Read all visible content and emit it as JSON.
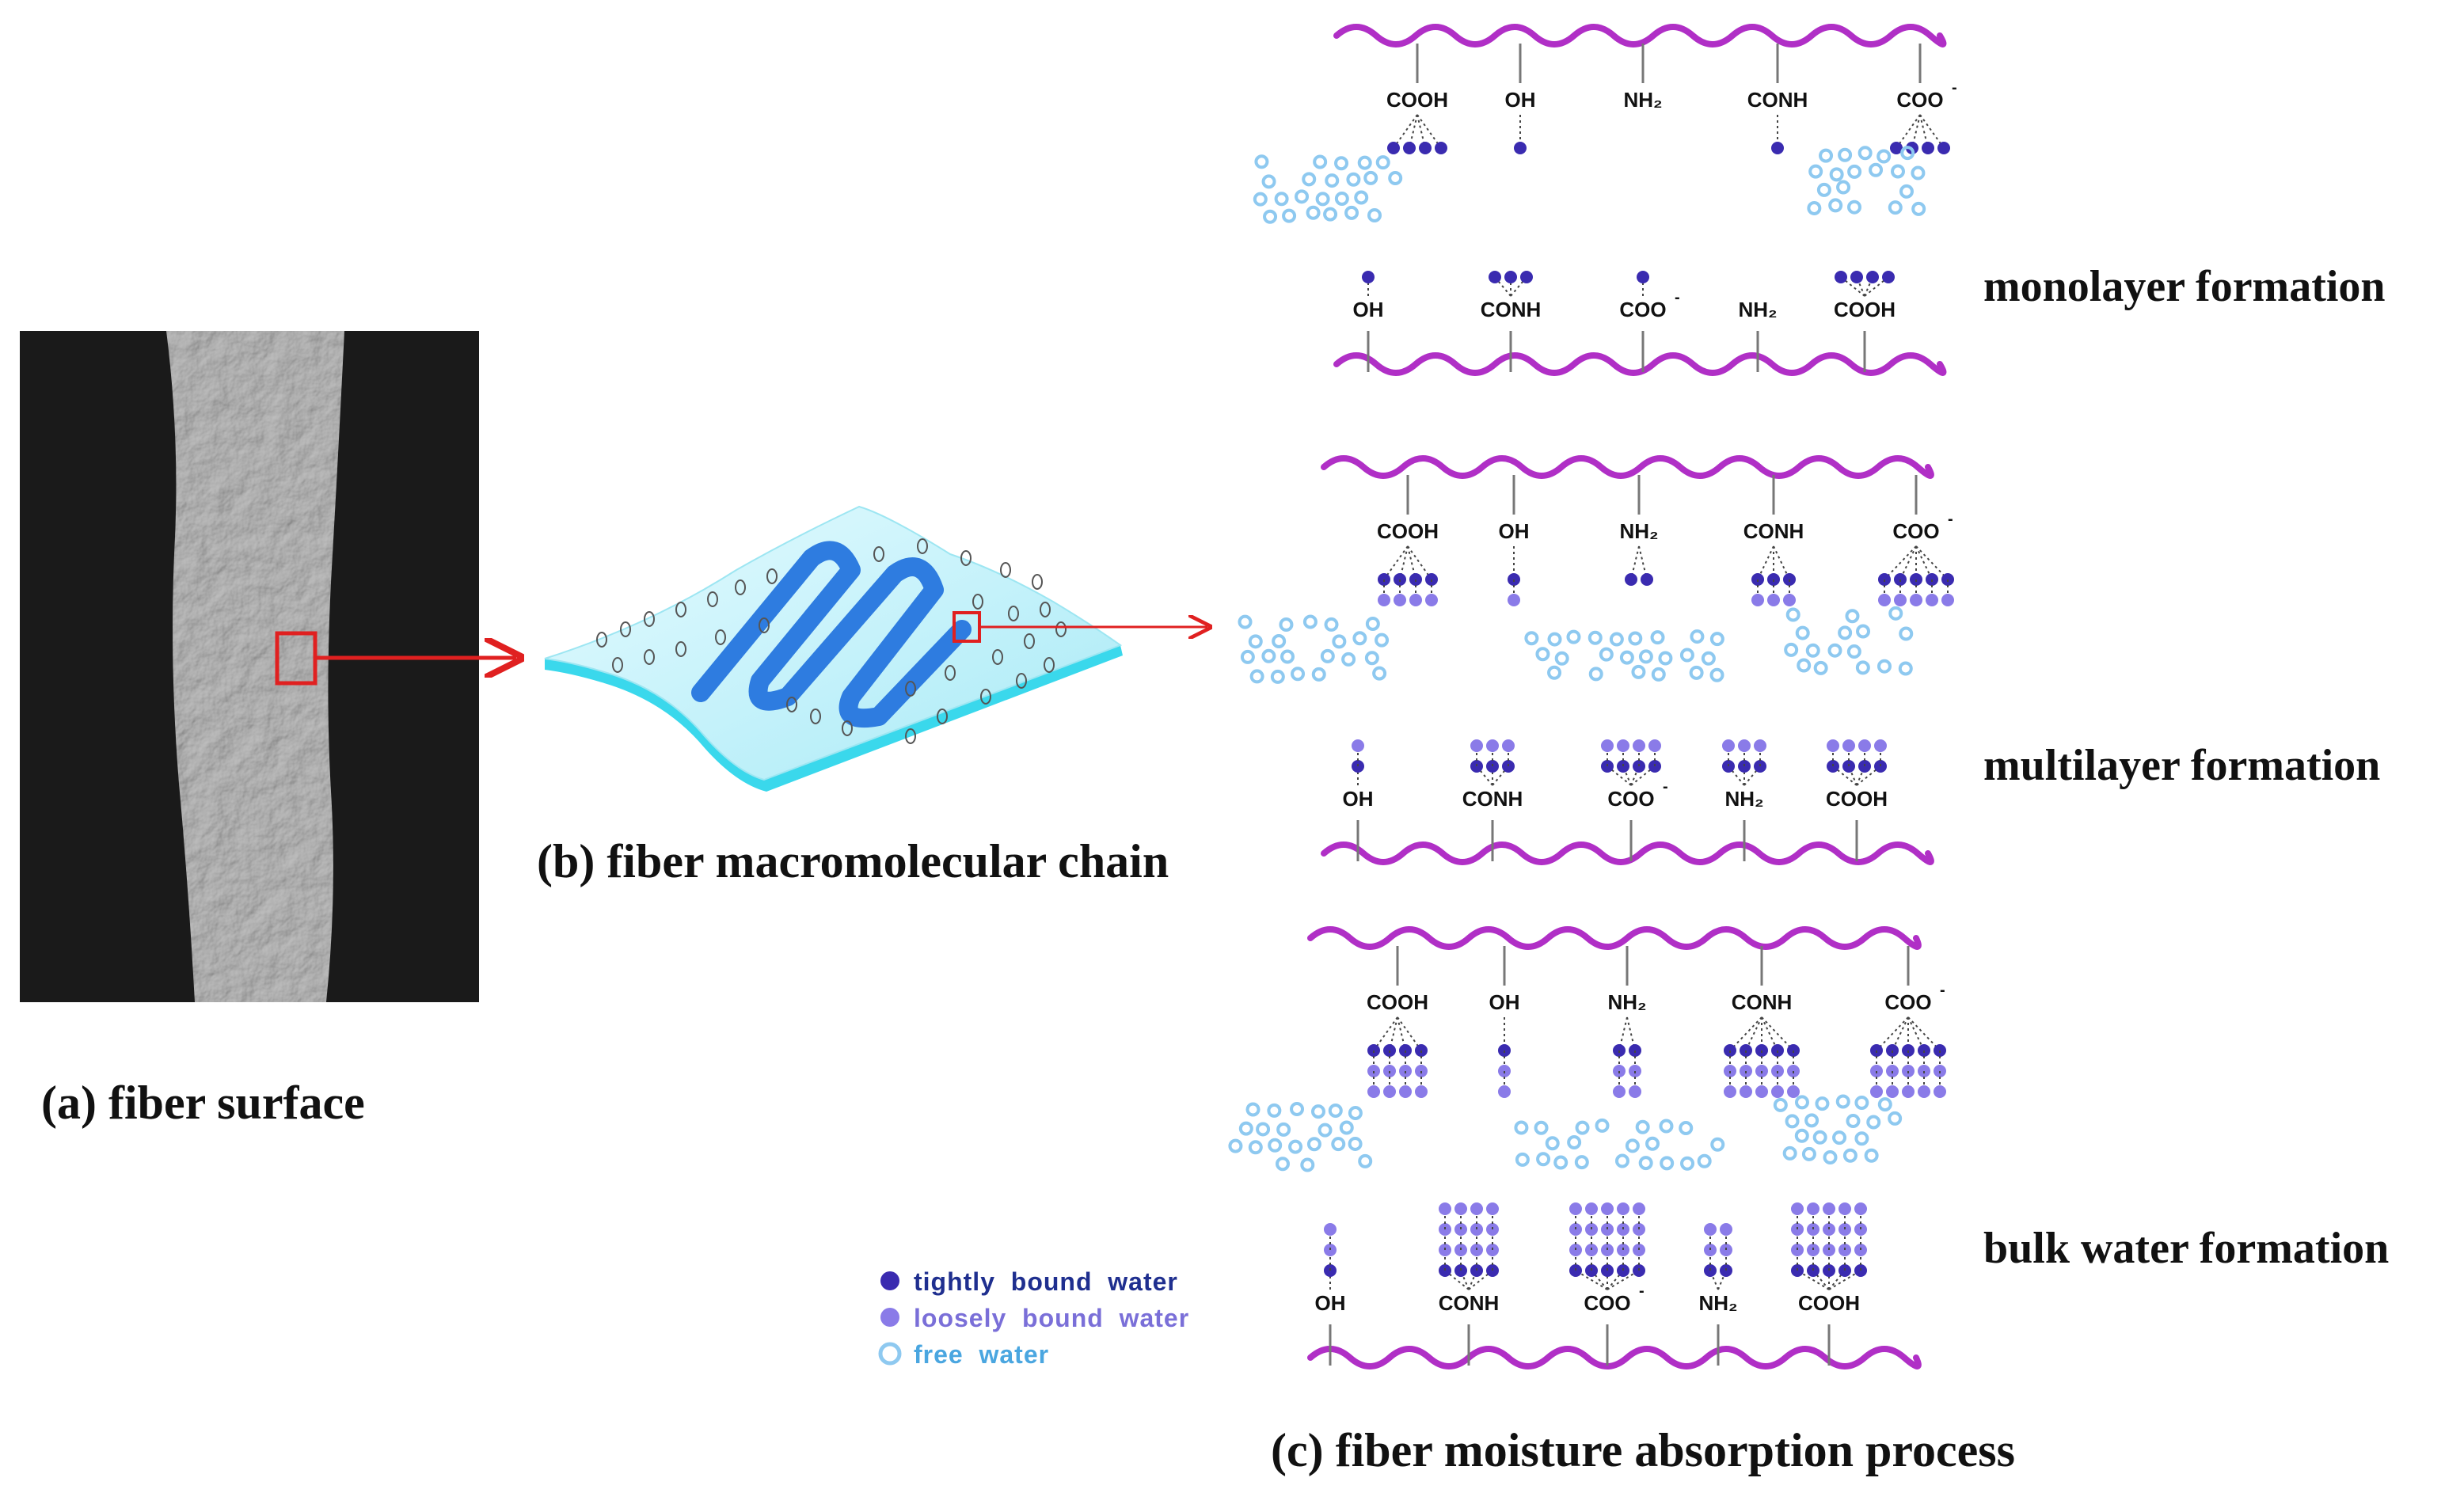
{
  "captions": {
    "a": "(a) fiber surface",
    "b": "(b) fiber macromolecular chain",
    "c": "(c) fiber moisture absorption process"
  },
  "stages": [
    {
      "label": "monolayer formation",
      "top_groups": [
        {
          "main": "COOH",
          "sup": "",
          "tight": 4,
          "loose_rows": 0
        },
        {
          "main": "OH",
          "sup": "",
          "tight": 1,
          "loose_rows": 0
        },
        {
          "main": "NH₂",
          "sup": "",
          "tight": 0,
          "loose_rows": 0
        },
        {
          "main": "CONH",
          "sup": "",
          "tight": 1,
          "loose_rows": 0
        },
        {
          "main": "COO",
          "sup": "-",
          "tight": 4,
          "loose_rows": 0
        }
      ],
      "bottom_groups": [
        {
          "main": "OH",
          "sup": "",
          "tight": 1,
          "loose_rows": 0
        },
        {
          "main": "CONH",
          "sup": "",
          "tight": 3,
          "loose_rows": 0
        },
        {
          "main": "COO",
          "sup": "-",
          "tight": 1,
          "loose_rows": 0
        },
        {
          "main": "NH₂",
          "sup": "",
          "tight": 0,
          "loose_rows": 0
        },
        {
          "main": "COOH",
          "sup": "",
          "tight": 4,
          "loose_rows": 0
        }
      ]
    },
    {
      "label": "multilayer formation",
      "top_groups": [
        {
          "main": "COOH",
          "sup": "",
          "tight": 4,
          "loose_rows": 1
        },
        {
          "main": "OH",
          "sup": "",
          "tight": 1,
          "loose_rows": 1
        },
        {
          "main": "NH₂",
          "sup": "",
          "tight": 2,
          "loose_rows": 0
        },
        {
          "main": "CONH",
          "sup": "",
          "tight": 3,
          "loose_rows": 1
        },
        {
          "main": "COO",
          "sup": "-",
          "tight": 5,
          "loose_rows": 1
        }
      ],
      "bottom_groups": [
        {
          "main": "OH",
          "sup": "",
          "tight": 1,
          "loose_rows": 1
        },
        {
          "main": "CONH",
          "sup": "",
          "tight": 3,
          "loose_rows": 1
        },
        {
          "main": "COO",
          "sup": "-",
          "tight": 4,
          "loose_rows": 1
        },
        {
          "main": "NH₂",
          "sup": "",
          "tight": 3,
          "loose_rows": 1
        },
        {
          "main": "COOH",
          "sup": "",
          "tight": 4,
          "loose_rows": 1
        }
      ]
    },
    {
      "label": "bulk water formation",
      "top_groups": [
        {
          "main": "COOH",
          "sup": "",
          "tight": 4,
          "loose_rows": 2
        },
        {
          "main": "OH",
          "sup": "",
          "tight": 1,
          "loose_rows": 2
        },
        {
          "main": "NH₂",
          "sup": "",
          "tight": 2,
          "loose_rows": 2
        },
        {
          "main": "CONH",
          "sup": "",
          "tight": 5,
          "loose_rows": 2
        },
        {
          "main": "COO",
          "sup": "-",
          "tight": 5,
          "loose_rows": 2
        }
      ],
      "bottom_groups": [
        {
          "main": "OH",
          "sup": "",
          "tight": 1,
          "loose_rows": 2
        },
        {
          "main": "CONH",
          "sup": "",
          "tight": 4,
          "loose_rows": 3
        },
        {
          "main": "COO",
          "sup": "-",
          "tight": 5,
          "loose_rows": 3
        },
        {
          "main": "NH₂",
          "sup": "",
          "tight": 2,
          "loose_rows": 2
        },
        {
          "main": "COOH",
          "sup": "",
          "tight": 5,
          "loose_rows": 3
        }
      ]
    }
  ],
  "legend": [
    {
      "label": "tightly  bound  water",
      "color": "#3a2bb0",
      "text_color": "#1f2f8f"
    },
    {
      "label": "loosely  bound  water",
      "color": "#8a7be8",
      "text_color": "#7a6fd8"
    },
    {
      "label": "free  water",
      "color": "#8ec9f0",
      "text_color": "#4aa6e0"
    }
  ],
  "colors": {
    "chain": "#b02fc6",
    "tight": "#3a2bb0",
    "loose": "#8a7be8",
    "free": "#8ec9f0",
    "arrow": "#e02020",
    "sheet_top": "#c8f0fa",
    "sheet_edge": "#35d6ec",
    "serpentine": "#2e7ce0"
  }
}
